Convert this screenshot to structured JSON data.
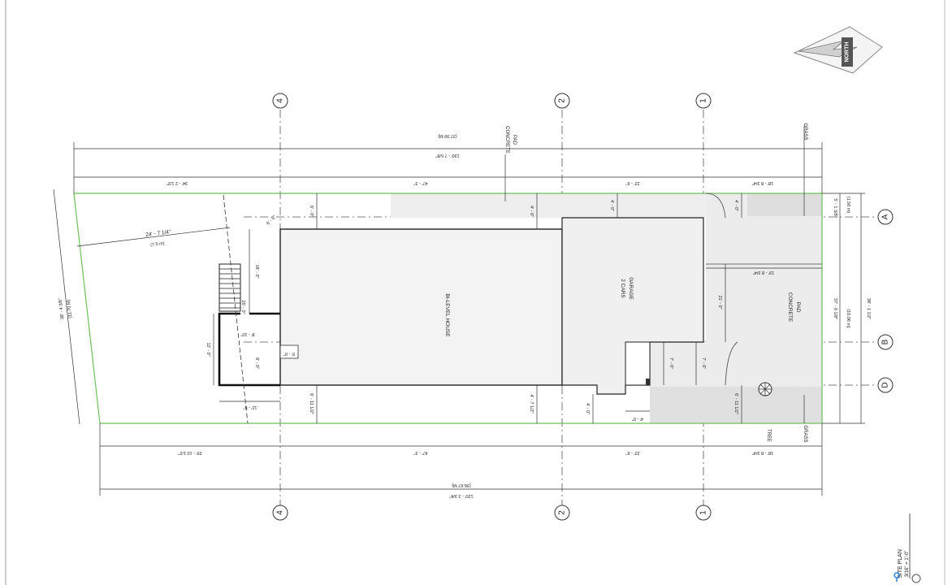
{
  "north_label": "NORTH",
  "grid_columns": [
    "4",
    "2",
    "1"
  ],
  "grid_rows": [
    "A",
    "B",
    "D"
  ],
  "rooms": {
    "house": "BI-LEVEL HOUSE",
    "garage_line1": "2 CARS",
    "garage_line2": "GARAGE",
    "concrete_pad_right_1": "CONCRETE",
    "concrete_pad_right_2": "PAD",
    "concrete_pad_top_1": "CONCRETE",
    "concrete_pad_top_2": "PAD",
    "grass_top": "GRASS",
    "grass_bottom": "GRASS",
    "tree": "TREE"
  },
  "dimensions": {
    "top_overall": "130' - 7 5/8\"",
    "top_overall_metric": "(37.99 M)",
    "top_seg1": "34' - 2 1/2\"",
    "top_seg2": "47' - 3\"",
    "top_seg3": "22' - 6\"",
    "top_seg4": "18' - 8 3/4\"",
    "bottom_overall": "120' - 3 3/4\"",
    "bottom_overall_metric": "(36.67 M)",
    "bottom_seg1": "29' - 10 1/2\"",
    "bottom_seg2": "47' - 3\"",
    "bottom_seg3": "22' - 6\"",
    "bottom_seg4": "18' - 8 3/4\"",
    "left_side": "38' - 4 3/8\"",
    "left_side_metric": "(11.70 M)",
    "setback": "24' - 7 1/4\"",
    "setback_metric": "(7.5 m)",
    "right_inner": "37' - 0 1/8\"",
    "right_inner_metric": "(10.06 m)",
    "right_outer": "38' - 1 1/2\"",
    "right_top": "5' - 1 3/8\"",
    "right_top_metric": "(1.56 m)",
    "house_front_setback": "6' - 0\"",
    "house_rear_setback": "6' - 11 1/2\"",
    "garage_front": "4' - 0\"",
    "garage_rear": "4' - 7 1/2\"",
    "porch_depth": "4' - 0\"",
    "pad_upper": "19' - 8 3/4\"",
    "pad_lower": "21' - 0\"",
    "pad_front": "4' - 0\"",
    "pad_rear": "6' - 11 1/2\"",
    "walk_a": "7' - 0\"",
    "walk_b": "7' - 0\"",
    "deck_height": "18' - 0\"",
    "deck_a": "12' - 0\"",
    "deck_b": "8' - 0\"",
    "deck_c": "20' - 0\"",
    "deck_d": "8' - 10\"",
    "deck_e": "12' - 6\"",
    "deck_f": "5' - 0\"",
    "deck_g": "6' - 0\""
  },
  "title_block": {
    "title": "SITE PLAN",
    "scale": "3/16\" = 1'-0\""
  }
}
